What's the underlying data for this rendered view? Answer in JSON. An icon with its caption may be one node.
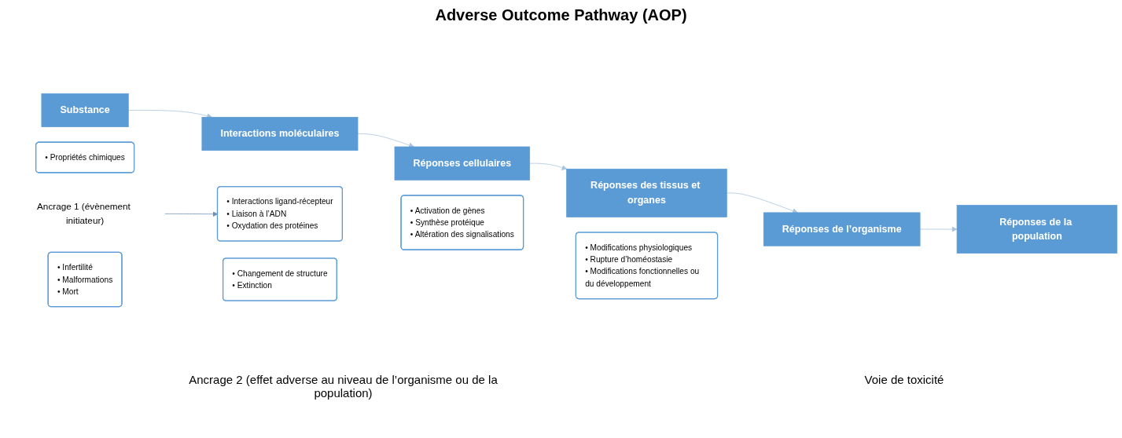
{
  "diagram": {
    "title": "Adverse Outcome Pathway (AOP)",
    "nodes": [
      {
        "text": [
          "Substance"
        ]
      },
      {
        "text": [
          "• Propriétés chimiques"
        ]
      },
      {
        "text": [
          "Interactions moléculaires"
        ]
      },
      {
        "text": [
          "• Interactions ligand-récepteur",
          "• Liaison à l’ADN",
          "• Oxydation des protéines"
        ]
      },
      {
        "text": [
          "Réponses cellulaires"
        ]
      },
      {
        "text": [
          "• Activation de gènes",
          "• Synthèse protéique",
          "• Altération des signalisations"
        ]
      },
      {
        "text": [
          "Réponses des tissus et organes"
        ]
      },
      {
        "text": [
          "• Modifications physiologiques",
          "• Rupture d’homéostasie",
          "• Modifications fonctionnelles ou du développement"
        ]
      },
      {
        "text": [
          "Réponses de l’organisme"
        ]
      },
      {
        "text": [
          "• Infertilité",
          "• Malformations",
          "• Mort"
        ]
      },
      {
        "text": [
          "Réponses de la population"
        ]
      },
      {
        "text": [
          "• Changement de structure",
          "• Extinction"
        ]
      },
      {
        "text": [
          "Ancrage 1 (évènement initiateur)"
        ]
      }
    ],
    "edges": [
      {
        "from": 0,
        "to": 2,
        "arrow": "to",
        "color": "#a9c4e0"
      },
      {
        "from": 2,
        "to": 4,
        "arrow": "to",
        "color": "#a9c4e0"
      },
      {
        "from": 4,
        "to": 6,
        "arrow": "to",
        "color": "#a9c4e0"
      },
      {
        "from": 6,
        "to": 8,
        "arrow": "to",
        "color": "#a9c4e0"
      },
      {
        "from": 8,
        "to": 10,
        "arrow": "to",
        "color": "#a9c4e0"
      },
      {
        "from": 12,
        "to": 3,
        "arrow": "to",
        "color": "#6f8fb8"
      }
    ],
    "labels": [
      "Ancrage 2 (effet adverse au niveau de l’organisme ou de la population)",
      "Voie de toxicité"
    ]
  }
}
